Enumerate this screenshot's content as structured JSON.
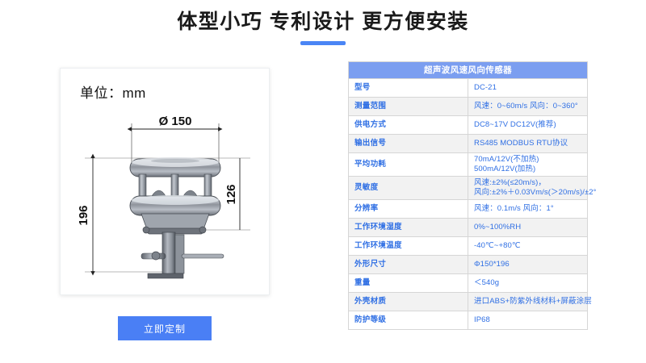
{
  "header": {
    "title": "体型小巧  专利设计  更方便安装"
  },
  "drawing": {
    "unit_label": "单位：mm",
    "dim_diameter": "150",
    "dim_diameter_symbol": "Ø",
    "dim_height_total": "196",
    "dim_height_body": "126"
  },
  "cta": {
    "label": "立即定制"
  },
  "spec_table": {
    "title": "超声波风速风向传感器",
    "rows": [
      {
        "label": "型号",
        "values": [
          "DC-21"
        ]
      },
      {
        "label": "测量范围",
        "values": [
          "风速：0~60m/s   风向：0~360°"
        ]
      },
      {
        "label": "供电方式",
        "values": [
          "DC8~17V   DC12V(推荐)"
        ]
      },
      {
        "label": "输出信号",
        "values": [
          "RS485   MODBUS RTU协议"
        ]
      },
      {
        "label": "平均功耗",
        "values": [
          "70mA/12V(不加热)",
          "500mA/12V(加热)"
        ]
      },
      {
        "label": "灵敏度",
        "values": [
          "风速:±2%(≤20m/s)，",
          "风向:±2%＋0.03Vm/s(＞20m/s)/±2°"
        ]
      },
      {
        "label": "分辨率",
        "values": [
          "风速：0.1m/s   风向：1°"
        ]
      },
      {
        "label": "工作环境湿度",
        "values": [
          "0%~100%RH"
        ]
      },
      {
        "label": "工作环境温度",
        "values": [
          "-40℃~+80℃"
        ]
      },
      {
        "label": "外形尺寸",
        "values": [
          "Φ150*196"
        ]
      },
      {
        "label": "重量",
        "values": [
          "＜540g"
        ]
      },
      {
        "label": "外壳材质",
        "values": [
          "进口ABS+防紫外线材料+屏蔽涂层"
        ]
      },
      {
        "label": "防护等级",
        "values": [
          "IP68"
        ]
      }
    ]
  },
  "colors": {
    "accent_blue": "#4a85f5",
    "button_blue": "#4a7ff5",
    "table_header_blue": "#7b9ef0",
    "table_text_blue": "#2f6fe4",
    "row_alt_gray": "#f2f2f2"
  }
}
